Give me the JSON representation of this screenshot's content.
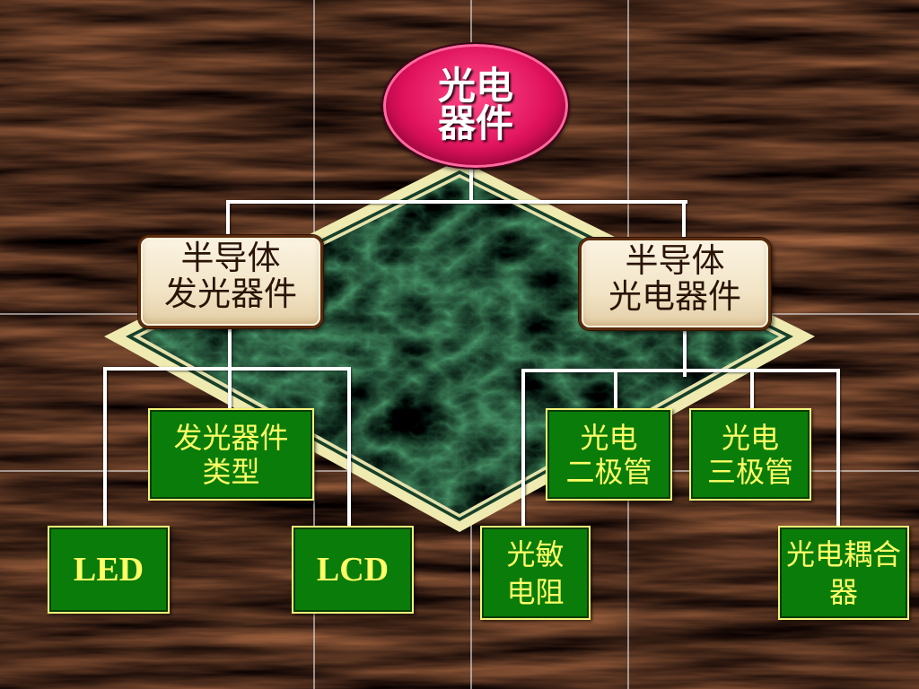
{
  "slide": {
    "root": {
      "lines": [
        "光电",
        "器件"
      ]
    },
    "branches": [
      {
        "lines": [
          "半导体",
          "发光器件"
        ],
        "children": [
          {
            "lines": [
              "发光器件",
              "类型"
            ]
          },
          {
            "lines": [
              "LED"
            ]
          },
          {
            "lines": [
              "LCD"
            ]
          }
        ]
      },
      {
        "lines": [
          "半导体",
          "光电器件"
        ],
        "children": [
          {
            "lines": [
              "光电",
              "二极管"
            ]
          },
          {
            "lines": [
              "光电",
              "三极管"
            ]
          },
          {
            "lines": [
              "光敏",
              "电阻"
            ]
          },
          {
            "lines": [
              "光电耦合",
              "器"
            ]
          }
        ]
      }
    ]
  },
  "colors": {
    "root_fill": "#e0125c",
    "branch_fill": "#f2e4c6",
    "branch_text": "#2a1405",
    "leaf_fill": "#0a7c0a",
    "leaf_text": "#ffff66",
    "connector": "#ffffff"
  }
}
